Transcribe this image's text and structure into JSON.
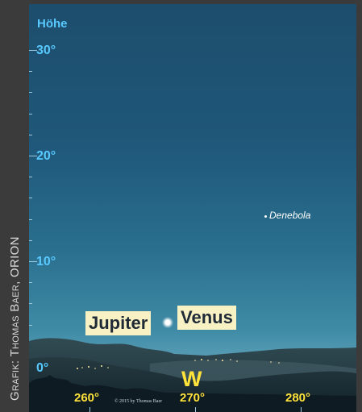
{
  "credit": "Grafik: Thomas Baer, ORION",
  "sky": {
    "altitude_label": "Höhe",
    "altitudes": [
      "30°",
      "20°",
      "10°",
      "0°"
    ],
    "star": {
      "name": "Denebola"
    },
    "planets": {
      "left": "Jupiter",
      "right": "Venus"
    },
    "direction": "W",
    "azimuths": [
      "260°",
      "270°",
      "280°"
    ],
    "copyright": "© 2015 by Thomas Baer"
  },
  "colors": {
    "sky_top": "#1d4d6c",
    "sky_horizon": "#85b9c6",
    "label_blue": "#58c9ff",
    "label_yellow": "#ffe23a",
    "planet_box": "#f7f1c4",
    "frame": "#3b3b3b"
  }
}
